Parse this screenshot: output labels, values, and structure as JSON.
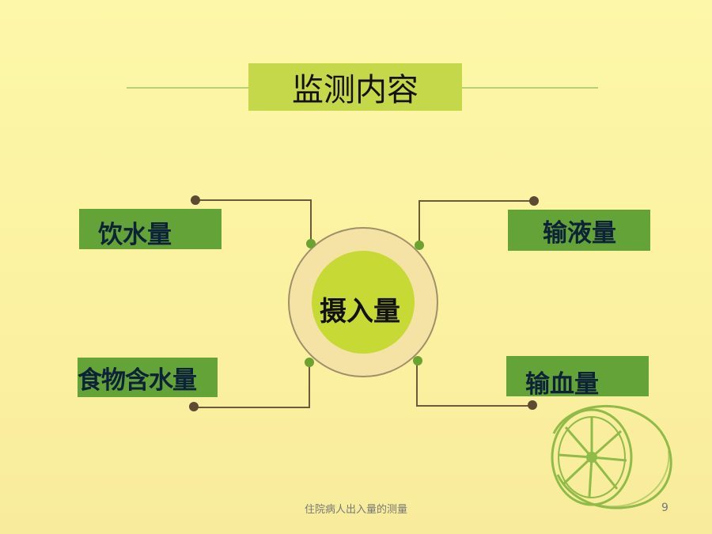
{
  "title": "监测内容",
  "center": "摄入量",
  "items": [
    {
      "label": "饮水量"
    },
    {
      "label": "输液量"
    },
    {
      "label": "食物含水量"
    },
    {
      "label": "输血量"
    }
  ],
  "footer": "住院病人出入量的测量",
  "page_number": "9",
  "colors": {
    "title_box": "#c5d84a",
    "label_box": "#63a337",
    "ring": "#f5e2a5",
    "center": "#c6d934",
    "connector": "#6b5a3e",
    "node": "#6aa331"
  }
}
